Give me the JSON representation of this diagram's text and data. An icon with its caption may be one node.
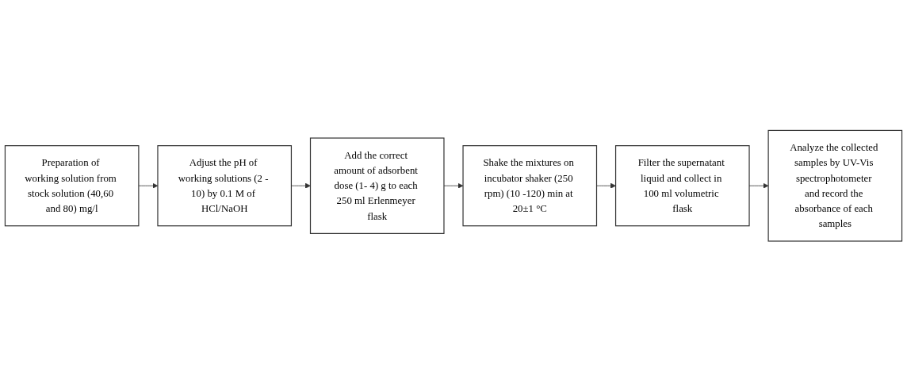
{
  "diagram": {
    "nodes": [
      {
        "text": [
          "Preparation of working solution from stock solution (40,60 and 80) mg/l"
        ]
      },
      {
        "text": [
          "Adjust the pH of working solutions (2 - 10) by 0.1 M of HCl/NaOH"
        ]
      },
      {
        "text": [
          "Add the correct amount of adsorbent dose (1- 4) g to each 250 ml Erlenmeyer flask"
        ]
      },
      {
        "text": [
          "Shake the mixtures on incubator shaker (250 rpm) (10 -120) min at 20±1 °C"
        ]
      },
      {
        "text": [
          "Filter the supernatant liquid and collect in 100 ml volumetric flask"
        ]
      },
      {
        "text": [
          "Analyze the collected samples by UV-Vis spectrophotometer and record the absorbance of each samples"
        ]
      }
    ],
    "edges": [
      {
        "from": 0,
        "to": 1,
        "arrow": "to"
      },
      {
        "from": 1,
        "to": 2,
        "arrow": "to"
      },
      {
        "from": 2,
        "to": 3,
        "arrow": "to"
      },
      {
        "from": 3,
        "to": 4,
        "arrow": "to"
      },
      {
        "from": 4,
        "to": 5,
        "arrow": "to"
      }
    ]
  }
}
